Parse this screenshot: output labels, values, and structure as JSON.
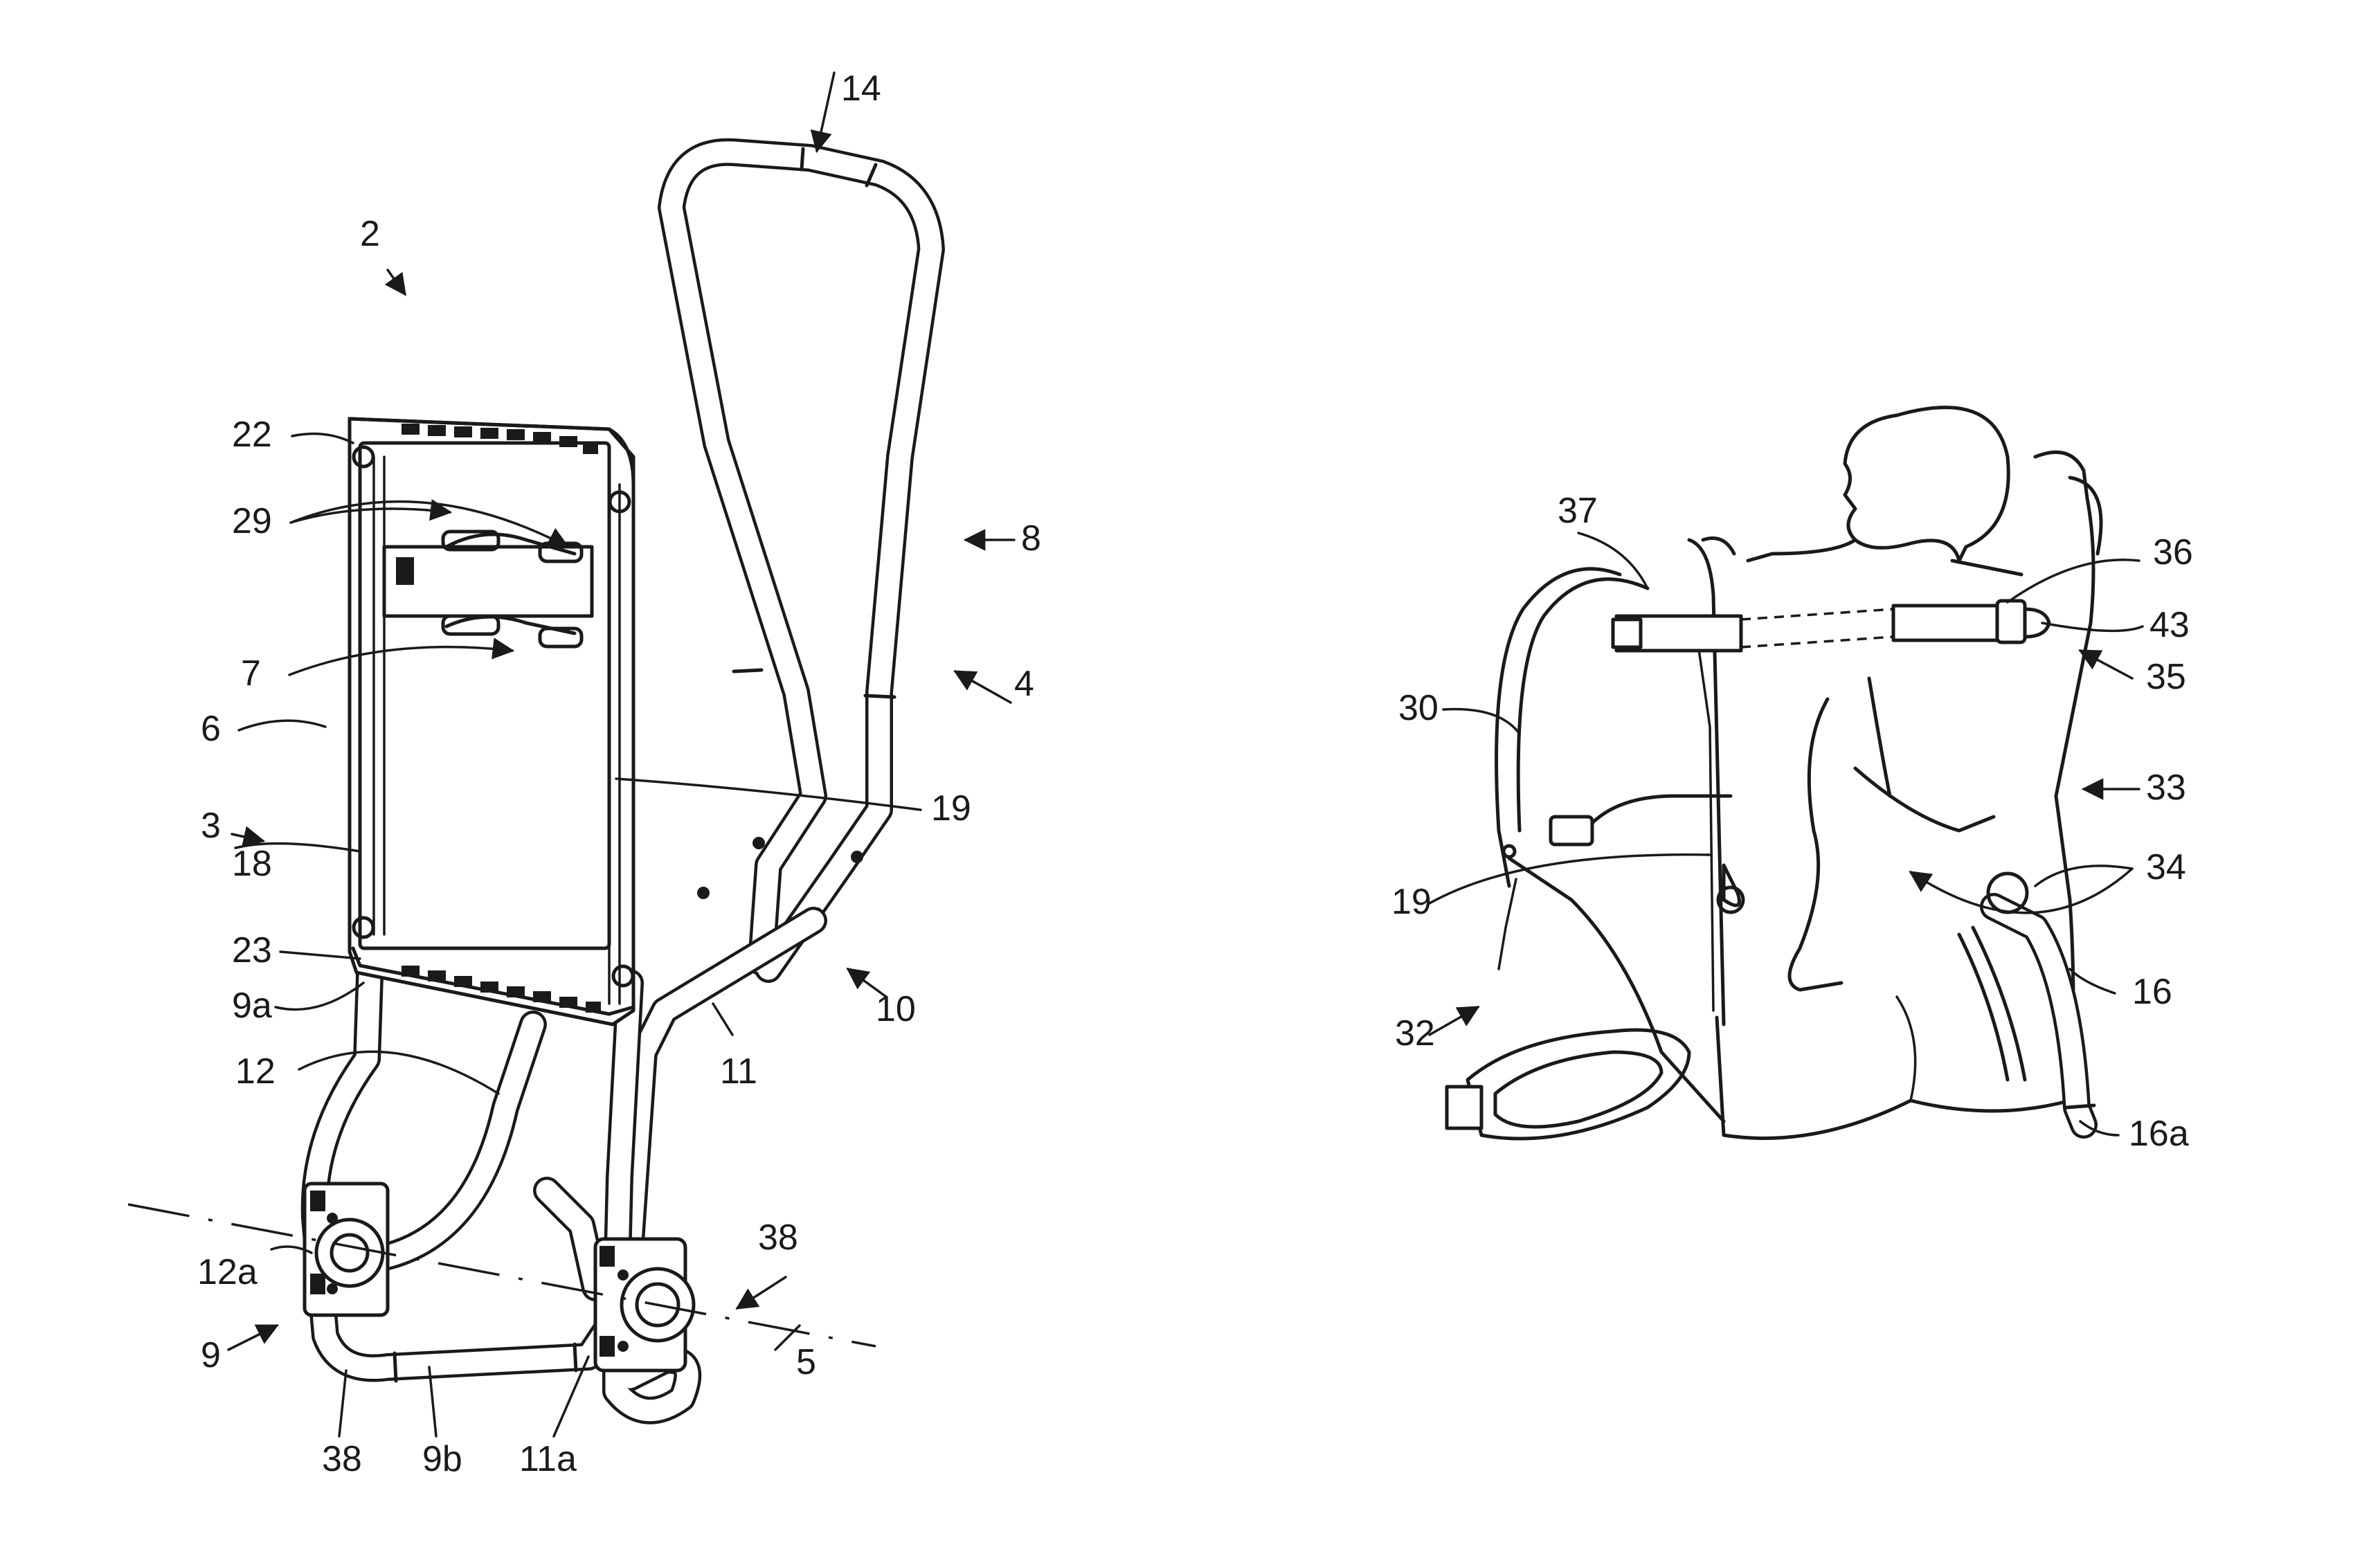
{
  "figure_left": {
    "labels": {
      "l2": "2",
      "l3": "3",
      "l4": "4",
      "l5": "5",
      "l6": "6",
      "l7": "7",
      "l8": "8",
      "l9": "9",
      "l9a": "9a",
      "l9b": "9b",
      "l10": "10",
      "l11": "11",
      "l11a": "11a",
      "l12": "12",
      "l12a": "12a",
      "l14": "14",
      "l18": "18",
      "l19": "19",
      "l22": "22",
      "l23": "23",
      "l29": "29",
      "l38a": "38",
      "l38b": "38"
    }
  },
  "figure_right": {
    "labels": {
      "l16": "16",
      "l16a": "16a",
      "l19": "19",
      "l30": "30",
      "l32": "32",
      "l33": "33",
      "l34": "34",
      "l35": "35",
      "l36": "36",
      "l37": "37",
      "l43": "43"
    }
  }
}
